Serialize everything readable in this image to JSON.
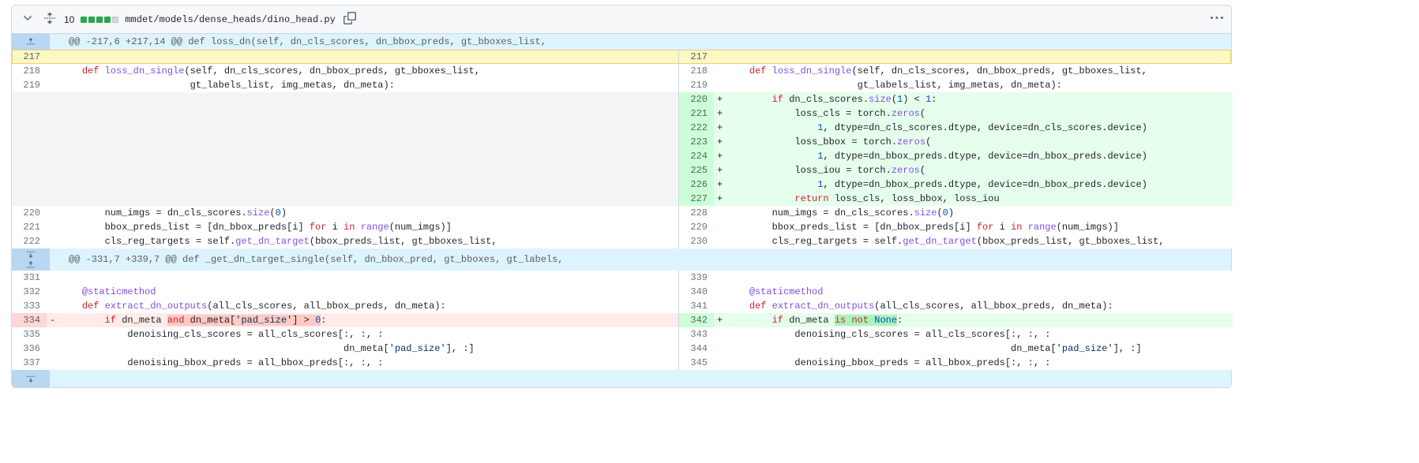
{
  "file_header": {
    "changed_lines": "10",
    "diffstat_blocks": [
      "added",
      "added",
      "added",
      "added",
      "neutral"
    ],
    "file_path": "mmdet/models/dense_heads/dino_head.py"
  },
  "markers": {
    "add": "+",
    "del": "-",
    "context": ""
  },
  "colors": {
    "accent_green": "#2da44e",
    "add_background": "#e6ffec",
    "delete_background": "#ffebe9",
    "hunk_background": "#ddf4ff",
    "highlight_yellow": "#fff8c5",
    "keyword_red": "#cf222e",
    "function_purple": "#8250df",
    "constant_blue": "#0550ae",
    "string_navy": "#0a3069"
  },
  "diff": {
    "rows": [
      {
        "type": "hunk",
        "expand": [
          "up"
        ],
        "text": "@@ -217,6 +217,14 @@ def loss_dn(self, dn_cls_scores, dn_bbox_preds, gt_bboxes_list,"
      },
      {
        "type": "pair",
        "left": {
          "num": "217",
          "kind": "focus",
          "segs": []
        },
        "right": {
          "num": "217",
          "kind": "focus",
          "segs": []
        }
      },
      {
        "type": "pair",
        "left": {
          "num": "218",
          "kind": "context",
          "segs": [
            {
              "t": "    ",
              "c": "p"
            },
            {
              "t": "def",
              "c": "k"
            },
            {
              "t": " ",
              "c": "p"
            },
            {
              "t": "loss_dn_single",
              "c": "f"
            },
            {
              "t": "(self, dn_cls_scores, dn_bbox_preds, gt_bboxes_list,",
              "c": "p"
            }
          ]
        },
        "right": {
          "num": "218",
          "kind": "context",
          "segs": [
            {
              "t": "    ",
              "c": "p"
            },
            {
              "t": "def",
              "c": "k"
            },
            {
              "t": " ",
              "c": "p"
            },
            {
              "t": "loss_dn_single",
              "c": "f"
            },
            {
              "t": "(self, dn_cls_scores, dn_bbox_preds, gt_bboxes_list,",
              "c": "p"
            }
          ]
        }
      },
      {
        "type": "pair",
        "left": {
          "num": "219",
          "kind": "context",
          "segs": [
            {
              "t": "                       gt_labels_list, img_metas, dn_meta):",
              "c": "p"
            }
          ]
        },
        "right": {
          "num": "219",
          "kind": "context",
          "segs": [
            {
              "t": "                       gt_labels_list, img_metas, dn_meta):",
              "c": "p"
            }
          ]
        }
      },
      {
        "type": "pair",
        "left": {
          "kind": "filler"
        },
        "right": {
          "num": "220",
          "kind": "add",
          "segs": [
            {
              "t": "        ",
              "c": "p"
            },
            {
              "t": "if",
              "c": "k"
            },
            {
              "t": " dn_cls_scores.",
              "c": "p"
            },
            {
              "t": "size",
              "c": "f"
            },
            {
              "t": "(",
              "c": "p"
            },
            {
              "t": "1",
              "c": "n"
            },
            {
              "t": ") < ",
              "c": "p"
            },
            {
              "t": "1",
              "c": "n"
            },
            {
              "t": ":",
              "c": "p"
            }
          ]
        }
      },
      {
        "type": "pair",
        "left": {
          "kind": "filler"
        },
        "right": {
          "num": "221",
          "kind": "add",
          "segs": [
            {
              "t": "            loss_cls = torch.",
              "c": "p"
            },
            {
              "t": "zeros",
              "c": "f"
            },
            {
              "t": "(",
              "c": "p"
            }
          ]
        }
      },
      {
        "type": "pair",
        "left": {
          "kind": "filler"
        },
        "right": {
          "num": "222",
          "kind": "add",
          "segs": [
            {
              "t": "                ",
              "c": "p"
            },
            {
              "t": "1",
              "c": "n"
            },
            {
              "t": ", dtype=dn_cls_scores.dtype, device=dn_cls_scores.device)",
              "c": "p"
            }
          ]
        }
      },
      {
        "type": "pair",
        "left": {
          "kind": "filler"
        },
        "right": {
          "num": "223",
          "kind": "add",
          "segs": [
            {
              "t": "            loss_bbox = torch.",
              "c": "p"
            },
            {
              "t": "zeros",
              "c": "f"
            },
            {
              "t": "(",
              "c": "p"
            }
          ]
        }
      },
      {
        "type": "pair",
        "left": {
          "kind": "filler"
        },
        "right": {
          "num": "224",
          "kind": "add",
          "segs": [
            {
              "t": "                ",
              "c": "p"
            },
            {
              "t": "1",
              "c": "n"
            },
            {
              "t": ", dtype=dn_bbox_preds.dtype, device=dn_bbox_preds.device)",
              "c": "p"
            }
          ]
        }
      },
      {
        "type": "pair",
        "left": {
          "kind": "filler"
        },
        "right": {
          "num": "225",
          "kind": "add",
          "segs": [
            {
              "t": "            loss_iou = torch.",
              "c": "p"
            },
            {
              "t": "zeros",
              "c": "f"
            },
            {
              "t": "(",
              "c": "p"
            }
          ]
        }
      },
      {
        "type": "pair",
        "left": {
          "kind": "filler"
        },
        "right": {
          "num": "226",
          "kind": "add",
          "segs": [
            {
              "t": "                ",
              "c": "p"
            },
            {
              "t": "1",
              "c": "n"
            },
            {
              "t": ", dtype=dn_bbox_preds.dtype, device=dn_bbox_preds.device)",
              "c": "p"
            }
          ]
        }
      },
      {
        "type": "pair",
        "left": {
          "kind": "filler"
        },
        "right": {
          "num": "227",
          "kind": "add",
          "segs": [
            {
              "t": "            ",
              "c": "p"
            },
            {
              "t": "return",
              "c": "k"
            },
            {
              "t": " loss_cls, loss_bbox, loss_iou",
              "c": "p"
            }
          ]
        }
      },
      {
        "type": "pair",
        "left": {
          "num": "220",
          "kind": "context",
          "segs": [
            {
              "t": "        num_imgs = dn_cls_scores.",
              "c": "p"
            },
            {
              "t": "size",
              "c": "f"
            },
            {
              "t": "(",
              "c": "p"
            },
            {
              "t": "0",
              "c": "n"
            },
            {
              "t": ")",
              "c": "p"
            }
          ]
        },
        "right": {
          "num": "228",
          "kind": "context",
          "segs": [
            {
              "t": "        num_imgs = dn_cls_scores.",
              "c": "p"
            },
            {
              "t": "size",
              "c": "f"
            },
            {
              "t": "(",
              "c": "p"
            },
            {
              "t": "0",
              "c": "n"
            },
            {
              "t": ")",
              "c": "p"
            }
          ]
        }
      },
      {
        "type": "pair",
        "left": {
          "num": "221",
          "kind": "context",
          "segs": [
            {
              "t": "        bbox_preds_list = [dn_bbox_preds[i] ",
              "c": "p"
            },
            {
              "t": "for",
              "c": "k"
            },
            {
              "t": " i ",
              "c": "p"
            },
            {
              "t": "in",
              "c": "k"
            },
            {
              "t": " ",
              "c": "p"
            },
            {
              "t": "range",
              "c": "f"
            },
            {
              "t": "(num_imgs)]",
              "c": "p"
            }
          ]
        },
        "right": {
          "num": "229",
          "kind": "context",
          "segs": [
            {
              "t": "        bbox_preds_list = [dn_bbox_preds[i] ",
              "c": "p"
            },
            {
              "t": "for",
              "c": "k"
            },
            {
              "t": " i ",
              "c": "p"
            },
            {
              "t": "in",
              "c": "k"
            },
            {
              "t": " ",
              "c": "p"
            },
            {
              "t": "range",
              "c": "f"
            },
            {
              "t": "(num_imgs)]",
              "c": "p"
            }
          ]
        }
      },
      {
        "type": "pair",
        "left": {
          "num": "222",
          "kind": "context",
          "segs": [
            {
              "t": "        cls_reg_targets = self.",
              "c": "p"
            },
            {
              "t": "get_dn_target",
              "c": "f"
            },
            {
              "t": "(bbox_preds_list, gt_bboxes_list,",
              "c": "p"
            }
          ]
        },
        "right": {
          "num": "230",
          "kind": "context",
          "segs": [
            {
              "t": "        cls_reg_targets = self.",
              "c": "p"
            },
            {
              "t": "get_dn_target",
              "c": "f"
            },
            {
              "t": "(bbox_preds_list, gt_bboxes_list,",
              "c": "p"
            }
          ]
        }
      },
      {
        "type": "hunk",
        "expand": [
          "down",
          "up"
        ],
        "text": "@@ -331,7 +339,7 @@ def _get_dn_target_single(self, dn_bbox_pred, gt_bboxes, gt_labels,"
      },
      {
        "type": "pair",
        "left": {
          "num": "331",
          "kind": "context",
          "segs": []
        },
        "right": {
          "num": "339",
          "kind": "context",
          "segs": []
        }
      },
      {
        "type": "pair",
        "left": {
          "num": "332",
          "kind": "context",
          "segs": [
            {
              "t": "    ",
              "c": "p"
            },
            {
              "t": "@staticmethod",
              "c": "f"
            }
          ]
        },
        "right": {
          "num": "340",
          "kind": "context",
          "segs": [
            {
              "t": "    ",
              "c": "p"
            },
            {
              "t": "@staticmethod",
              "c": "f"
            }
          ]
        }
      },
      {
        "type": "pair",
        "left": {
          "num": "333",
          "kind": "context",
          "segs": [
            {
              "t": "    ",
              "c": "p"
            },
            {
              "t": "def",
              "c": "k"
            },
            {
              "t": " ",
              "c": "p"
            },
            {
              "t": "extract_dn_outputs",
              "c": "f"
            },
            {
              "t": "(all_cls_scores, all_bbox_preds, dn_meta):",
              "c": "p"
            }
          ]
        },
        "right": {
          "num": "341",
          "kind": "context",
          "segs": [
            {
              "t": "    ",
              "c": "p"
            },
            {
              "t": "def",
              "c": "k"
            },
            {
              "t": " ",
              "c": "p"
            },
            {
              "t": "extract_dn_outputs",
              "c": "f"
            },
            {
              "t": "(all_cls_scores, all_bbox_preds, dn_meta):",
              "c": "p"
            }
          ]
        }
      },
      {
        "type": "pair",
        "left": {
          "num": "334",
          "kind": "del",
          "segs": [
            {
              "t": "        ",
              "c": "p"
            },
            {
              "t": "if",
              "c": "k"
            },
            {
              "t": " dn_meta ",
              "c": "p"
            },
            {
              "t": "and",
              "c": "k",
              "h": 1
            },
            {
              "t": " dn_meta[",
              "c": "p",
              "h": 1
            },
            {
              "t": "'pad_size'",
              "c": "s",
              "h": 1
            },
            {
              "t": "] > ",
              "c": "p",
              "h": 1
            },
            {
              "t": "0",
              "c": "n",
              "h": 1
            },
            {
              "t": ":",
              "c": "p"
            }
          ]
        },
        "right": {
          "num": "342",
          "kind": "add",
          "segs": [
            {
              "t": "        ",
              "c": "p"
            },
            {
              "t": "if",
              "c": "k"
            },
            {
              "t": " dn_meta ",
              "c": "p"
            },
            {
              "t": "is",
              "c": "k",
              "h": 1
            },
            {
              "t": " ",
              "c": "p",
              "h": 1
            },
            {
              "t": "not",
              "c": "k",
              "h": 1
            },
            {
              "t": " ",
              "c": "p",
              "h": 1
            },
            {
              "t": "None",
              "c": "n",
              "h": 1
            },
            {
              "t": ":",
              "c": "p"
            }
          ]
        }
      },
      {
        "type": "pair",
        "left": {
          "num": "335",
          "kind": "context",
          "segs": [
            {
              "t": "            denoising_cls_scores = all_cls_scores[:, :, :",
              "c": "p"
            }
          ]
        },
        "right": {
          "num": "343",
          "kind": "context",
          "segs": [
            {
              "t": "            denoising_cls_scores = all_cls_scores[:, :, :",
              "c": "p"
            }
          ]
        }
      },
      {
        "type": "pair",
        "left": {
          "num": "336",
          "kind": "context",
          "segs": [
            {
              "t": "                                                  dn_meta[",
              "c": "p"
            },
            {
              "t": "'pad_size'",
              "c": "s"
            },
            {
              "t": "], :]",
              "c": "p"
            }
          ]
        },
        "right": {
          "num": "344",
          "kind": "context",
          "segs": [
            {
              "t": "                                                  dn_meta[",
              "c": "p"
            },
            {
              "t": "'pad_size'",
              "c": "s"
            },
            {
              "t": "], :]",
              "c": "p"
            }
          ]
        }
      },
      {
        "type": "pair",
        "left": {
          "num": "337",
          "kind": "context",
          "segs": [
            {
              "t": "            denoising_bbox_preds = all_bbox_preds[:, :, :",
              "c": "p"
            }
          ]
        },
        "right": {
          "num": "345",
          "kind": "context",
          "segs": [
            {
              "t": "            denoising_bbox_preds = all_bbox_preds[:, :, :",
              "c": "p"
            }
          ]
        }
      },
      {
        "type": "bar",
        "expand": [
          "down"
        ]
      }
    ]
  }
}
